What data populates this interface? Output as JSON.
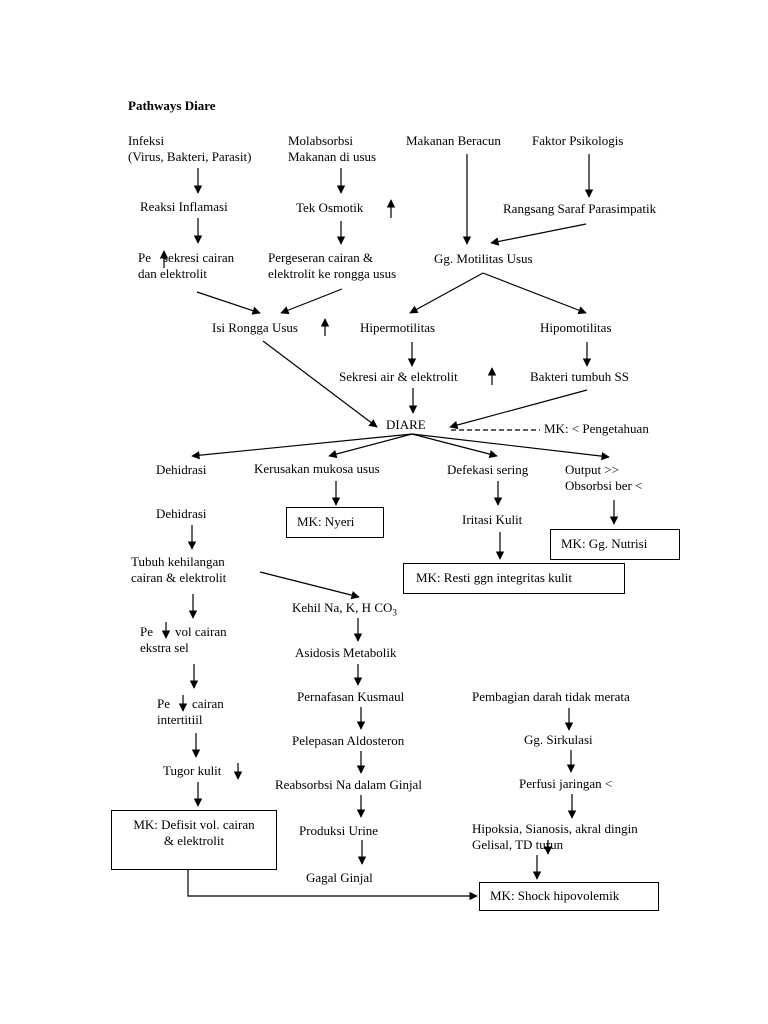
{
  "title": "Pathways Diare",
  "nodes": {
    "infeksi_1": "Infeksi",
    "infeksi_2": "(Virus, Bakteri, Parasit)",
    "malabsorbsi_1": "Molabsorbsi",
    "malabsorbsi_2": "Makanan di usus",
    "makanan_beracun": "Makanan Beracun",
    "faktor_psikologis": "Faktor Psikologis",
    "reaksi_inflamasi": "Reaksi Inflamasi",
    "tek_osmotik": "Tek Osmotik",
    "rangsang_saraf": "Rangsang Saraf Parasimpatik",
    "pe_sekresi_pre": "Pe",
    "pe_sekresi_1": "sekresi cairan",
    "pe_sekresi_2": "dan elektrolit",
    "pergeseran_1": "Pergeseran cairan &",
    "pergeseran_2": "elektrolit ke rongga usus",
    "gg_motilitas": "Gg. Motilitas Usus",
    "isi_rongga": "Isi Rongga Usus",
    "hipermotilitas": "Hipermotilitas",
    "hipomotilitas": "Hipomotilitas",
    "sekresi_air": "Sekresi air & elektrolit",
    "bakteri_tumbuh": "Bakteri tumbuh SS",
    "diare": "DIARE",
    "mk_pengetahuan": "MK: < Pengetahuan",
    "dehidrasi_a": "Dehidrasi",
    "kerusakan_mukosa": "Kerusakan mukosa usus",
    "defekasi_sering": "Defekasi sering",
    "output_1": "Output >>",
    "output_2": "Obsorbsi ber <",
    "dehidrasi_b": "Dehidrasi",
    "mk_nyeri": "MK: Nyeri",
    "iritasi_kulit": "Iritasi Kulit",
    "mk_nutrisi": "MK: Gg. Nutrisi",
    "tubuh_kehilangan_1": "Tubuh kehilangan",
    "tubuh_kehilangan_2": "cairan & elektrolit",
    "mk_resti": "MK: Resti ggn integritas kulit",
    "kehil_na": "Kehil Na, K, H CO",
    "kehil_na_sub": "3",
    "pe_vol_pre": "Pe",
    "pe_vol_1": "vol cairan",
    "pe_vol_2": "ekstra sel",
    "asidosis": "Asidosis Metabolik",
    "pe_cairan_pre": "Pe",
    "pe_cairan_1": "cairan",
    "pe_cairan_2": "intertitiil",
    "pernafasan": "Pernafasan Kusmaul",
    "pembagian_darah": "Pembagian darah tidak merata",
    "pelepasan": "Pelepasan Aldosteron",
    "gg_sirkulasi": "Gg. Sirkulasi",
    "tugor_kulit": "Tugor kulit",
    "reabsorbsi": "Reabsorbsi Na dalam Ginjal",
    "perfusi": "Perfusi jaringan <",
    "mk_defisit_1": "MK: Defisit vol. cairan",
    "mk_defisit_2": "& elektrolit",
    "produksi_urine": "Produksi Urine",
    "hipoksia_1": "Hipoksia, Sianosis, akral dingin",
    "hipoksia_2": "Gelisal, TD turun",
    "gagal_ginjal": "Gagal Ginjal",
    "mk_shock": "MK: Shock hipovolemik"
  }
}
